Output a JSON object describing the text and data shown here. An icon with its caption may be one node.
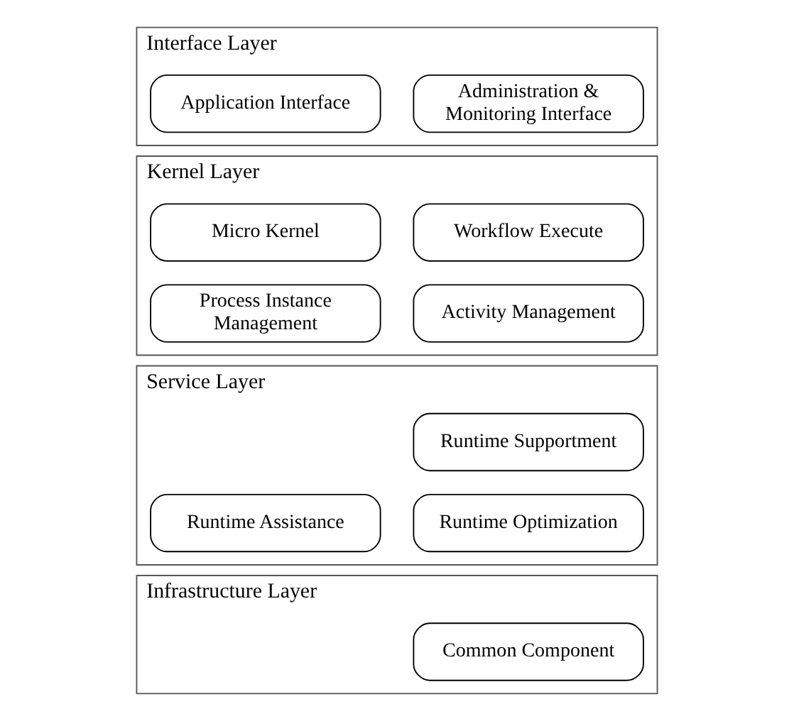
{
  "diagram": {
    "nodes": [
      {
        "text": [
          "Interface Layer"
        ]
      },
      {
        "text": [
          "Application Interface"
        ],
        "in": 0
      },
      {
        "text": [
          "Administration & Monitoring Interface"
        ],
        "in": 0
      },
      {
        "text": [
          "Kernel Layer"
        ]
      },
      {
        "text": [
          "Micro Kernel"
        ],
        "in": 3
      },
      {
        "text": [
          "Workflow Execute"
        ],
        "in": 3
      },
      {
        "text": [
          "Process Instance Management"
        ],
        "in": 3
      },
      {
        "text": [
          "Activity Management"
        ],
        "in": 3
      },
      {
        "text": [
          "Service Layer"
        ]
      },
      {
        "text": [
          "Runtime Supportment"
        ],
        "in": 8
      },
      {
        "text": [
          "Runtime Assistance"
        ],
        "in": 8
      },
      {
        "text": [
          "Runtime Optimization"
        ],
        "in": 8
      },
      {
        "text": [
          "Infrastructure Layer"
        ]
      },
      {
        "text": [
          "Common Component"
        ],
        "in": 12
      }
    ]
  }
}
